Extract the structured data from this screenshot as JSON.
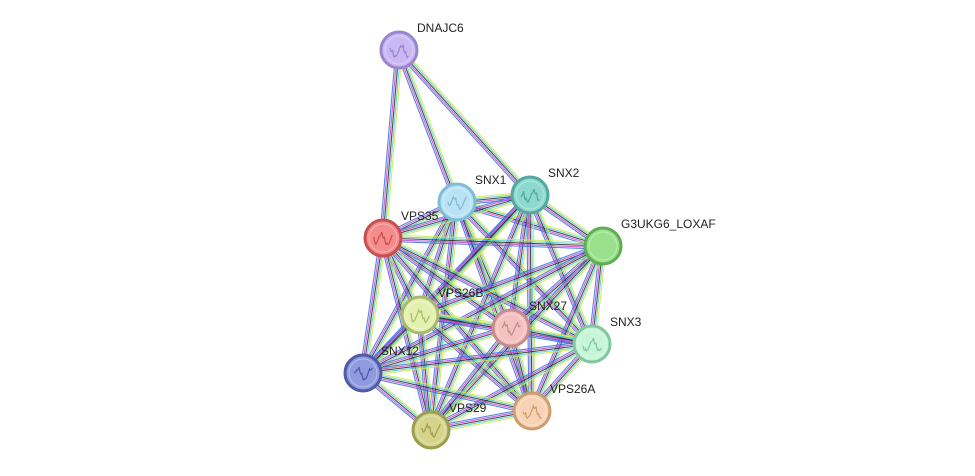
{
  "network": {
    "nodes": [
      {
        "id": "DNAJC6",
        "label": "DNAJC6",
        "color": "#c9b8f3",
        "stroke": "#9a85cf",
        "icon": "protein-structure-icon"
      },
      {
        "id": "SNX1",
        "label": "SNX1",
        "color": "#b9e3f5",
        "stroke": "#7fbcd8",
        "icon": "protein-structure-icon"
      },
      {
        "id": "SNX2",
        "label": "SNX2",
        "color": "#8ed9cf",
        "stroke": "#53a99e",
        "icon": "protein-structure-icon"
      },
      {
        "id": "VPS35",
        "label": "VPS35",
        "color": "#f58b8b",
        "stroke": "#c94f4f",
        "icon": "protein-structure-icon"
      },
      {
        "id": "G3UKG6_LOXAF",
        "label": "G3UKG6_LOXAF",
        "color": "#9be08d",
        "stroke": "#5fae52",
        "icon": "none"
      },
      {
        "id": "VPS26B",
        "label": "VPS26B",
        "color": "#e3f0b0",
        "stroke": "#a8b96a",
        "icon": "protein-structure-icon"
      },
      {
        "id": "SNX27",
        "label": "SNX27",
        "color": "#f4c1c1",
        "stroke": "#c98a8a",
        "icon": "protein-structure-icon"
      },
      {
        "id": "SNX3",
        "label": "SNX3",
        "color": "#c6f5d8",
        "stroke": "#82c89f",
        "icon": "protein-structure-icon"
      },
      {
        "id": "SNX12",
        "label": "SNX12",
        "color": "#8f9bde",
        "stroke": "#4f5aa8",
        "icon": "protein-structure-icon"
      },
      {
        "id": "VPS26A",
        "label": "VPS26A",
        "color": "#f8d3b3",
        "stroke": "#cf9c70",
        "icon": "protein-structure-icon"
      },
      {
        "id": "VPS29",
        "label": "VPS29",
        "color": "#d6d48b",
        "stroke": "#9e9c4f",
        "icon": "protein-structure-icon"
      }
    ],
    "edges": [
      [
        "DNAJC6",
        "SNX1"
      ],
      [
        "DNAJC6",
        "SNX2"
      ],
      [
        "DNAJC6",
        "VPS35"
      ],
      [
        "SNX1",
        "SNX2"
      ],
      [
        "SNX1",
        "VPS35"
      ],
      [
        "SNX1",
        "G3UKG6_LOXAF"
      ],
      [
        "SNX1",
        "VPS26B"
      ],
      [
        "SNX1",
        "SNX27"
      ],
      [
        "SNX1",
        "SNX3"
      ],
      [
        "SNX1",
        "SNX12"
      ],
      [
        "SNX1",
        "VPS26A"
      ],
      [
        "SNX1",
        "VPS29"
      ],
      [
        "SNX2",
        "VPS35"
      ],
      [
        "SNX2",
        "G3UKG6_LOXAF"
      ],
      [
        "SNX2",
        "VPS26B"
      ],
      [
        "SNX2",
        "SNX27"
      ],
      [
        "SNX2",
        "SNX3"
      ],
      [
        "SNX2",
        "SNX12"
      ],
      [
        "SNX2",
        "VPS26A"
      ],
      [
        "SNX2",
        "VPS29"
      ],
      [
        "VPS35",
        "G3UKG6_LOXAF"
      ],
      [
        "VPS35",
        "VPS26B"
      ],
      [
        "VPS35",
        "SNX27"
      ],
      [
        "VPS35",
        "SNX3"
      ],
      [
        "VPS35",
        "SNX12"
      ],
      [
        "VPS35",
        "VPS26A"
      ],
      [
        "VPS35",
        "VPS29"
      ],
      [
        "G3UKG6_LOXAF",
        "VPS26B"
      ],
      [
        "G3UKG6_LOXAF",
        "SNX27"
      ],
      [
        "G3UKG6_LOXAF",
        "SNX3"
      ],
      [
        "G3UKG6_LOXAF",
        "VPS26A"
      ],
      [
        "G3UKG6_LOXAF",
        "VPS29"
      ],
      [
        "G3UKG6_LOXAF",
        "SNX12"
      ],
      [
        "VPS26B",
        "SNX27"
      ],
      [
        "VPS26B",
        "SNX3"
      ],
      [
        "VPS26B",
        "SNX12"
      ],
      [
        "VPS26B",
        "VPS26A"
      ],
      [
        "VPS26B",
        "VPS29"
      ],
      [
        "SNX27",
        "SNX3"
      ],
      [
        "SNX27",
        "SNX12"
      ],
      [
        "SNX27",
        "VPS26A"
      ],
      [
        "SNX27",
        "VPS29"
      ],
      [
        "SNX3",
        "SNX12"
      ],
      [
        "SNX3",
        "VPS26A"
      ],
      [
        "SNX3",
        "VPS29"
      ],
      [
        "SNX12",
        "VPS26A"
      ],
      [
        "SNX12",
        "VPS29"
      ],
      [
        "VPS26A",
        "VPS29"
      ]
    ],
    "edge_colors": [
      "#d4e84a",
      "#52d0d6",
      "#2d2d2d",
      "#c04ccf",
      "#3b6fe0"
    ]
  }
}
